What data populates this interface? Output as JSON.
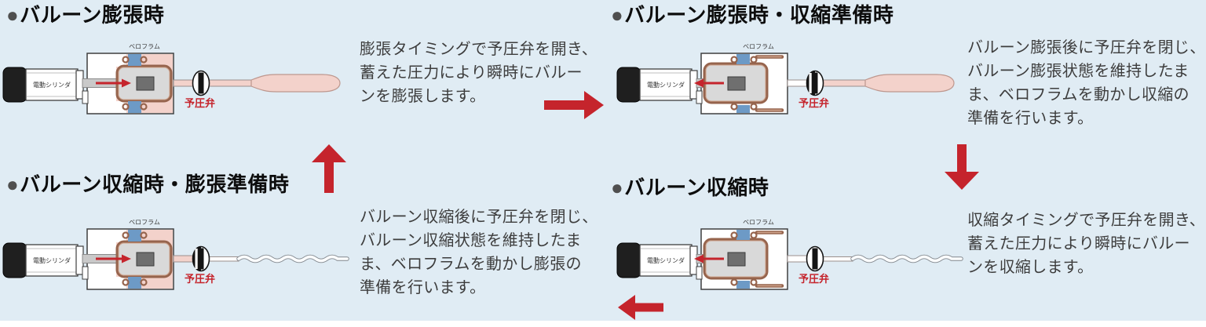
{
  "colors": {
    "background": "#e0ecf4",
    "footer_strip": "#ffffff",
    "red": "#c5242c",
    "pink": "#f3d2cb",
    "pink_stroke": "#bd978e",
    "seal_blue": "#6d9ac6",
    "copper": "#96644d",
    "copper_light": "#cfa38c",
    "chamber_gray": "#d9d9d9",
    "piston_gray": "#6f6f6f",
    "rod_gray": "#c9c9c9",
    "outline": "#3f3f3f",
    "motor_black": "#1f1f1f",
    "tube_stroke": "#9b8f8c",
    "squiggle_stroke": "#82878d",
    "title_text": "#0d0d0d",
    "bullet_gray": "#4f4f4f",
    "body_text": "#3d3d3d"
  },
  "panels": [
    {
      "bullet": "●",
      "title": "バルーン膨張時",
      "body": "膨張タイミングで予圧弁を開き、\n蓄えた圧力により瞬時にバルー\nンを膨張します。",
      "diagram": {
        "cylinder_label": "電動シリンダ",
        "membrane_label": "ベロフラム",
        "valve_label": "予圧弁",
        "piston_direction": "right",
        "chamber_pressurized": true,
        "valve_open": true,
        "balloon_inflated": true
      }
    },
    {
      "bullet": "●",
      "title": "バルーン膨張時・収縮準備時",
      "body": "バルーン膨張後に予圧弁を閉じ、\nバルーン膨張状態を維持したま\nま、ベロフラムを動かし収縮の\n準備を行います。",
      "diagram": {
        "cylinder_label": "電動シリンダ",
        "membrane_label": "ベロフラム",
        "valve_label": "予圧弁",
        "piston_direction": "left",
        "chamber_pressurized": false,
        "valve_open": false,
        "balloon_inflated": true
      }
    },
    {
      "bullet": "●",
      "title": "バルーン収縮時・膨張準備時",
      "body": "バルーン収縮後に予圧弁を閉じ、\nバルーン収縮状態を維持したま\nま、ベロフラムを動かし膨張の\n準備を行います。",
      "diagram": {
        "cylinder_label": "電動シリンダ",
        "membrane_label": "ベロフラム",
        "valve_label": "予圧弁",
        "piston_direction": "right",
        "chamber_pressurized": true,
        "valve_open": false,
        "balloon_inflated": false
      }
    },
    {
      "bullet": "●",
      "title": "バルーン収縮時",
      "body": "収縮タイミングで予圧弁を開き、\n蓄えた圧力により瞬時にバルー\nンを収縮します。",
      "diagram": {
        "cylinder_label": "電動シリンダ",
        "membrane_label": "ベロフラム",
        "valve_label": "予圧弁",
        "piston_direction": "left",
        "chamber_pressurized": false,
        "valve_open": true,
        "balloon_inflated": false
      }
    }
  ],
  "flow_arrows": [
    {
      "name": "flow-arrow-right",
      "direction": "right"
    },
    {
      "name": "flow-arrow-up",
      "direction": "up"
    },
    {
      "name": "flow-arrow-down",
      "direction": "down"
    },
    {
      "name": "flow-arrow-left",
      "direction": "left"
    }
  ]
}
